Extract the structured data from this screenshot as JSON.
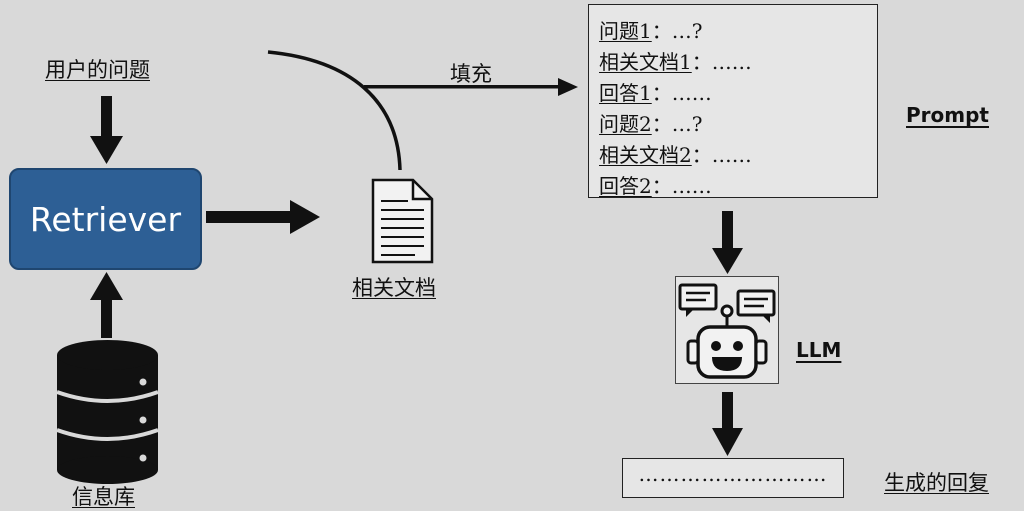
{
  "labels": {
    "user_question": "用户的问题",
    "retriever": "Retriever",
    "database": "信息库",
    "related_docs": "相关文档",
    "fill": "填充",
    "prompt": "Prompt",
    "llm": "LLM",
    "generated_reply": "生成的回复"
  },
  "prompt_lines": [
    {
      "key": "问题1",
      "value": "：…?"
    },
    {
      "key": "相关文档1",
      "value": "：……"
    },
    {
      "key": "回答1",
      "value": "：……"
    },
    {
      "key": "问题2",
      "value": "：…?"
    },
    {
      "key": "相关文档2",
      "value": "：……"
    },
    {
      "key": "回答2",
      "value": "：……"
    }
  ],
  "output_text": "………………………",
  "colors": {
    "background": "#d9d9d9",
    "retriever_fill": "#2d5f95",
    "stroke": "#111111"
  },
  "icons": [
    "database-icon",
    "document-icon",
    "robot-icon",
    "chat-bubble-icon"
  ]
}
